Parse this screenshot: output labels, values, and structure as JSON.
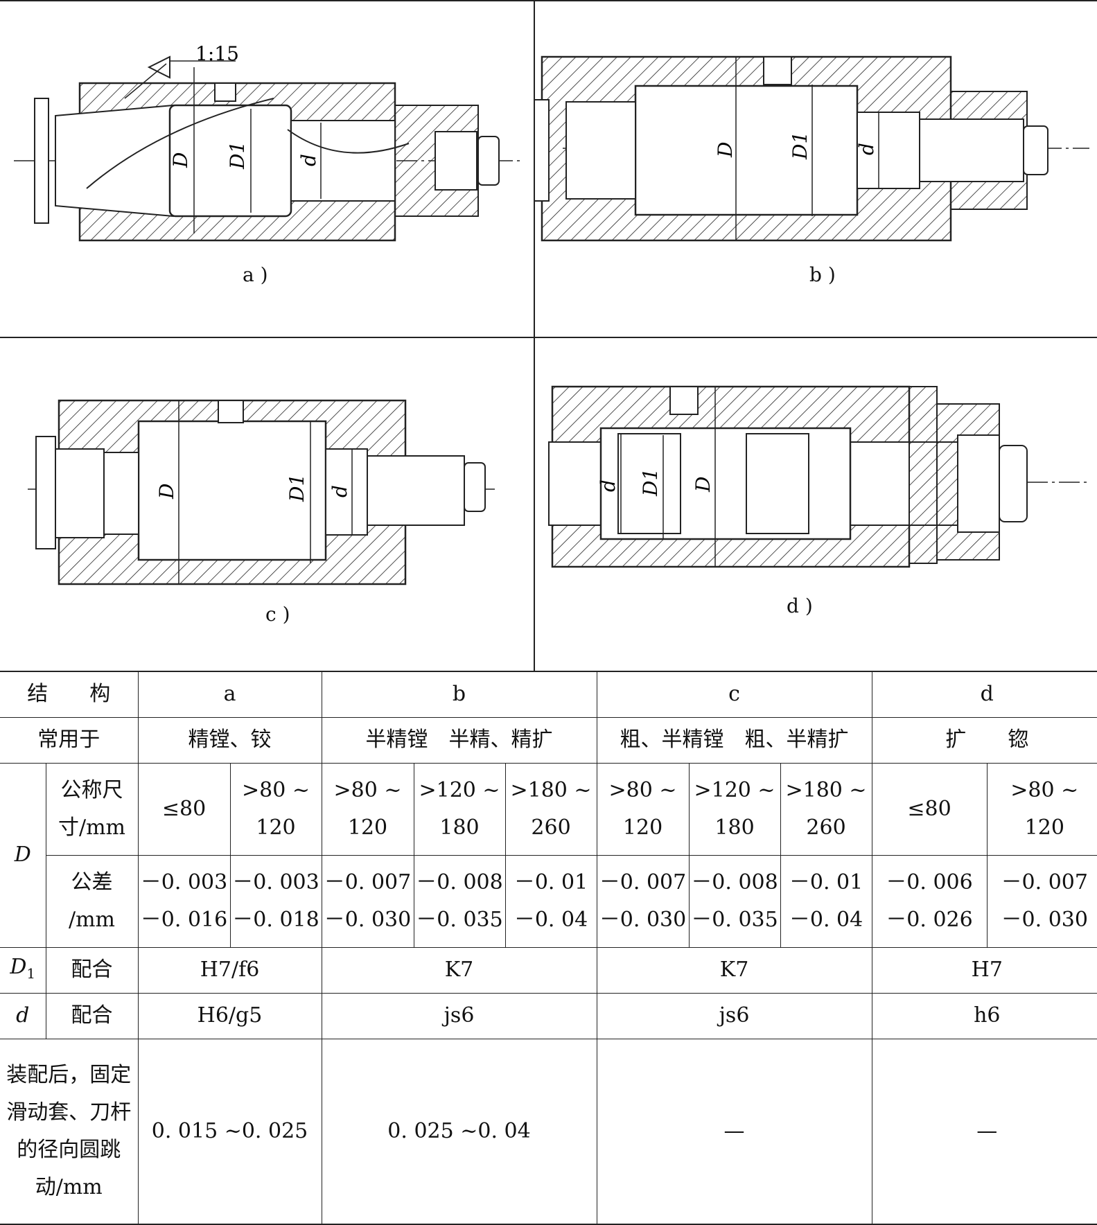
{
  "figures": [
    {
      "caption": "a )",
      "taper_label": "1:15",
      "labels": [
        "D",
        "D1",
        "d"
      ]
    },
    {
      "caption": "b )",
      "labels": [
        "D",
        "D1",
        "d"
      ]
    },
    {
      "caption": "c )",
      "labels": [
        "D",
        "D1",
        "d"
      ]
    },
    {
      "caption": "d )",
      "labels": [
        "d",
        "D1",
        "D"
      ]
    }
  ],
  "table": {
    "row_structure": {
      "label": "结　　构",
      "cols": [
        "a",
        "b",
        "c",
        "d"
      ]
    },
    "row_usage": {
      "label": "常用于",
      "cols": [
        "精镗、铰",
        "半精镗　半精、精扩",
        "粗、半精镗　粗、半精扩",
        "扩　　锪"
      ]
    },
    "D_symbol": "D",
    "nominal_label": "公称尺\n寸/mm",
    "nominal": [
      "≤80",
      ">80 ~\n120",
      ">80 ~\n120",
      ">120 ~\n180",
      ">180 ~\n260",
      ">80 ~\n120",
      ">120 ~\n180",
      ">180 ~\n260",
      "≤80",
      ">80 ~\n120"
    ],
    "tolerance_label": "公差\n/mm",
    "tolerance": [
      "－0. 003\n－0. 016",
      "－0. 003\n－0. 018",
      "－0. 007\n－0. 030",
      "－0. 008\n－0. 035",
      "－0. 01\n－0. 04",
      "－0. 007\n－0. 030",
      "－0. 008\n－0. 035",
      "－0. 01\n－0. 04",
      "－0. 006\n－0. 026",
      "－0. 007\n－0. 030"
    ],
    "D1_symbol": "D",
    "D1_sub": "1",
    "fit_label": "配合",
    "D1_fits": [
      "H7/f6",
      "K7",
      "K7",
      "H7"
    ],
    "d_symbol": "d",
    "d_fits": [
      "H6/g5",
      "js6",
      "js6",
      "h6"
    ],
    "runout_label": "装配后，固定滑动套、刀杆的径向圆跳动/mm",
    "runout": [
      "0. 015 ~0. 025",
      "0. 025 ~0. 04",
      "—",
      "—"
    ]
  }
}
